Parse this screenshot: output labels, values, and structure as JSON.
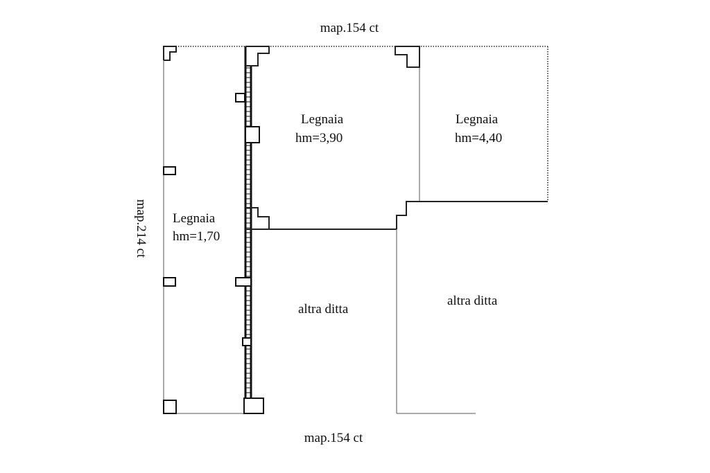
{
  "plan": {
    "top_label": "map.154 ct",
    "bottom_label": "map.154 ct",
    "left_label": "map.214 ct",
    "rooms": [
      {
        "name": "Legnaia",
        "height": "hm=1,70"
      },
      {
        "name": "Legnaia",
        "height": "hm=3,90"
      },
      {
        "name": "Legnaia",
        "height": "hm=4,40"
      }
    ],
    "neighbors": [
      {
        "label": "altra ditta"
      },
      {
        "label": "altra ditta"
      }
    ]
  }
}
